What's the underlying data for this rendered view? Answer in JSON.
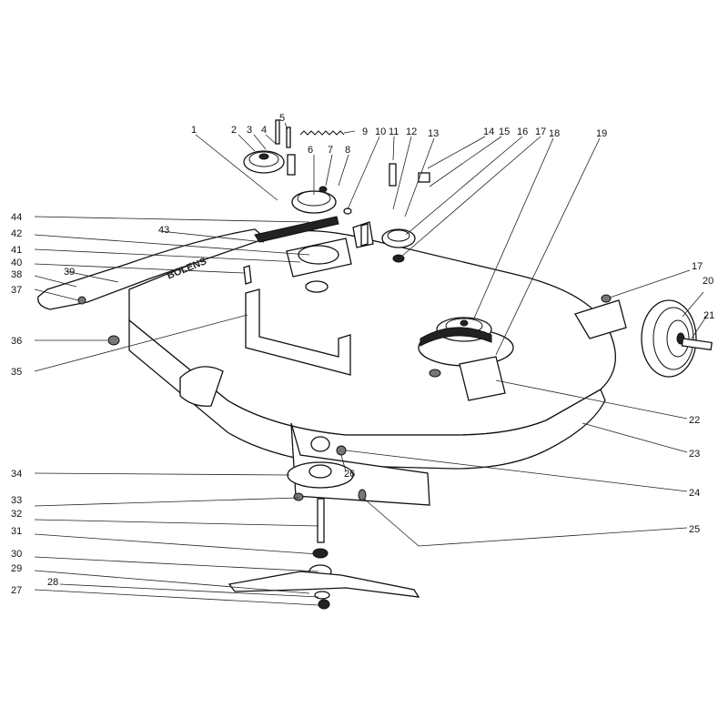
{
  "diagram": {
    "deck_decal_text": "BOLENS",
    "labels": [
      "1",
      "2",
      "3",
      "4",
      "5",
      "6",
      "7",
      "8",
      "9",
      "10",
      "11",
      "12",
      "13",
      "14",
      "15",
      "16",
      "17",
      "17",
      "18",
      "19",
      "20",
      "21",
      "22",
      "23",
      "24",
      "25",
      "26",
      "27",
      "28",
      "29",
      "30",
      "31",
      "32",
      "33",
      "34",
      "35",
      "36",
      "37",
      "38",
      "39",
      "40",
      "41",
      "42",
      "43",
      "44"
    ]
  }
}
